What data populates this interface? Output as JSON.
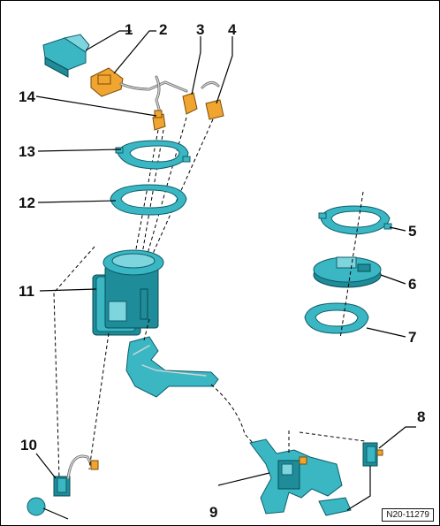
{
  "labels": {
    "l1": "1",
    "l2": "2",
    "l3": "3",
    "l4": "4",
    "l5": "5",
    "l6": "6",
    "l7": "7",
    "l8": "8",
    "l9": "9",
    "l10": "10",
    "l11": "11",
    "l12": "12",
    "l13": "13",
    "l14": "14"
  },
  "doc_ref": "N20-11279",
  "colors": {
    "part": "#3bb7c4",
    "part_dark": "#1f8c99",
    "connector": "#f0a530",
    "line": "#000000"
  }
}
